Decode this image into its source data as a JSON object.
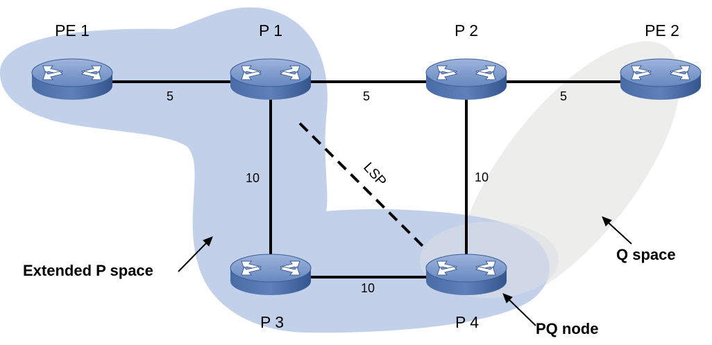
{
  "nodes": {
    "pe1": "PE 1",
    "p1": "P 1",
    "p2": "P 2",
    "pe2": "PE 2",
    "p3": "P 3",
    "p4": "P 4"
  },
  "links": {
    "pe1_p1": "5",
    "p1_p2": "5",
    "p2_pe2": "5",
    "p1_p3": "10",
    "p2_p4": "10",
    "p3_p4": "10"
  },
  "lsp_label": "LSP",
  "regions": {
    "extended_p_space": "Extended P space",
    "q_space": "Q space",
    "pq_node": "PQ node"
  },
  "colors": {
    "p_space_fill": "#c2d0ea",
    "q_space_fill": "#ebebeb",
    "router_top": "#7e9ccd",
    "router_side": "#3c5d96",
    "link": "#000000"
  }
}
